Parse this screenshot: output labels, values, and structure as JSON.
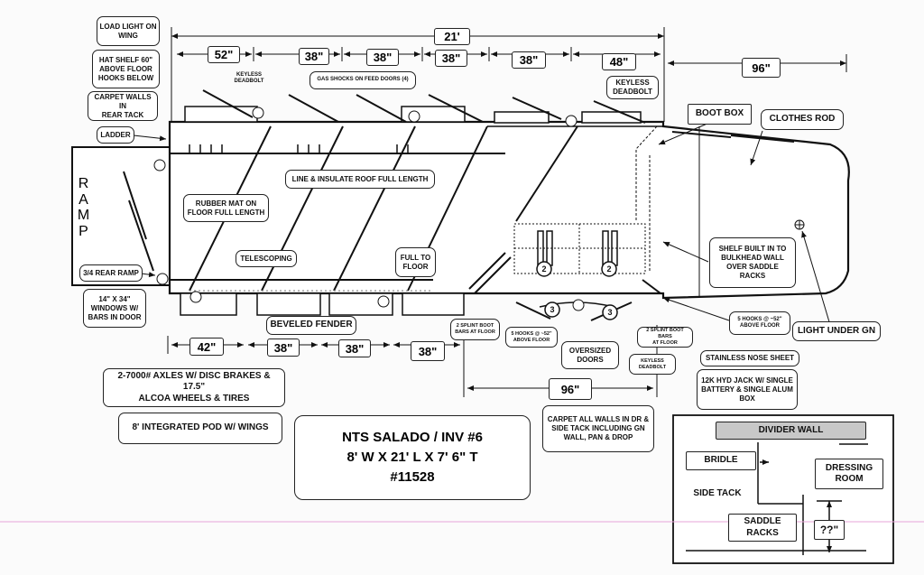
{
  "labels": {
    "load_light": "LOAD LIGHT ON\nWING",
    "hat_shelf": "HAT SHELF 60\"\nABOVE FLOOR\nHOOKS BELOW",
    "carpet_walls_rear": "CARPET WALLS IN\nREAR TACK",
    "ladder": "LADDER",
    "ramp_quarter": "3/4 REAR RAMP",
    "windows": "14\" X 34\"\nWINDOWS W/\nBARS IN DOOR",
    "keyless_deadbolt_top_small": "KEYLESS\nDEADBOLT",
    "gas_shocks": "GAS SHOCKS ON FEED DOORS (4)",
    "keyless_deadbolt_top": "KEYLESS\nDEADBOLT",
    "boot_box": "BOOT BOX",
    "clothes_rod": "CLOTHES ROD",
    "line_insulate": "LINE & INSULATE ROOF FULL LENGTH",
    "rubber_mat": "RUBBER MAT ON\nFLOOR FULL LENGTH",
    "telescoping": "TELESCOPING",
    "full_to_floor": "FULL TO\nFLOOR",
    "shelf_built": "SHELF BUILT IN TO\nBULKHEAD WALL\nOVER SADDLE\nRACKS",
    "five_hooks_right": "5 HOOKS @ ~52\"\nABOVE FLOOR",
    "light_under_gn": "LIGHT UNDER GN",
    "beveled_fender": "BEVELED FENDER",
    "splint_left": "2 SPLINT BOOT\nBARS AT FLOOR",
    "five_hooks_mid": "5 HOOKS @ ~52\"\nABOVE FLOOR",
    "oversized_doors": "OVERSIZED\nDOORS",
    "splint_right": "2 SPLINT BOOT BARS\nAT FLOOR",
    "keyless_deadbolt_bottom": "KEYLESS\nDEADBOLT",
    "stainless_nose": "STAINLESS NOSE SHEET",
    "hyd_jack": "12K HYD JACK W/ SINGLE\nBATTERY & SINGLE ALUM\nBOX",
    "axles": "2-7000# AXLES W/ DISC BRAKES & 17.5\"\nALCOA WHEELS & TIRES",
    "pod": "8' INTEGRATED POD W/ WINGS",
    "carpet_all": "CARPET ALL WALLS IN DR &\nSIDE TACK INCLUDING GN\nWALL, PAN & DROP"
  },
  "ramp_letters": [
    "R",
    "A",
    "M",
    "P"
  ],
  "dimensions": {
    "overall": "21'",
    "top": [
      "52\"",
      "38\"",
      "38\"",
      "38\"",
      "38\"",
      "48\"",
      "96\""
    ],
    "bottom": [
      "42\"",
      "38\"",
      "38\"",
      "38\""
    ],
    "gooseneck_bottom": "96\""
  },
  "stall_numbers": [
    "2",
    "2",
    "3",
    "3"
  ],
  "title_block": {
    "line1": "NTS SALADO /  INV #6",
    "line2": "8' W X 21' L X 7' 6\" T",
    "line3": "#11528"
  },
  "inset": {
    "divider_wall": "DIVIDER WALL",
    "bridle": "BRIDLE",
    "dressing_room": "DRESSING\nROOM",
    "side_tack": "SIDE TACK",
    "saddle_racks": "SADDLE\nRACKS",
    "unknown_dim": "??\""
  },
  "colors": {
    "line": "#111111",
    "divider_fill": "#c8c8c8",
    "accent_line": "#e7a6d8"
  }
}
